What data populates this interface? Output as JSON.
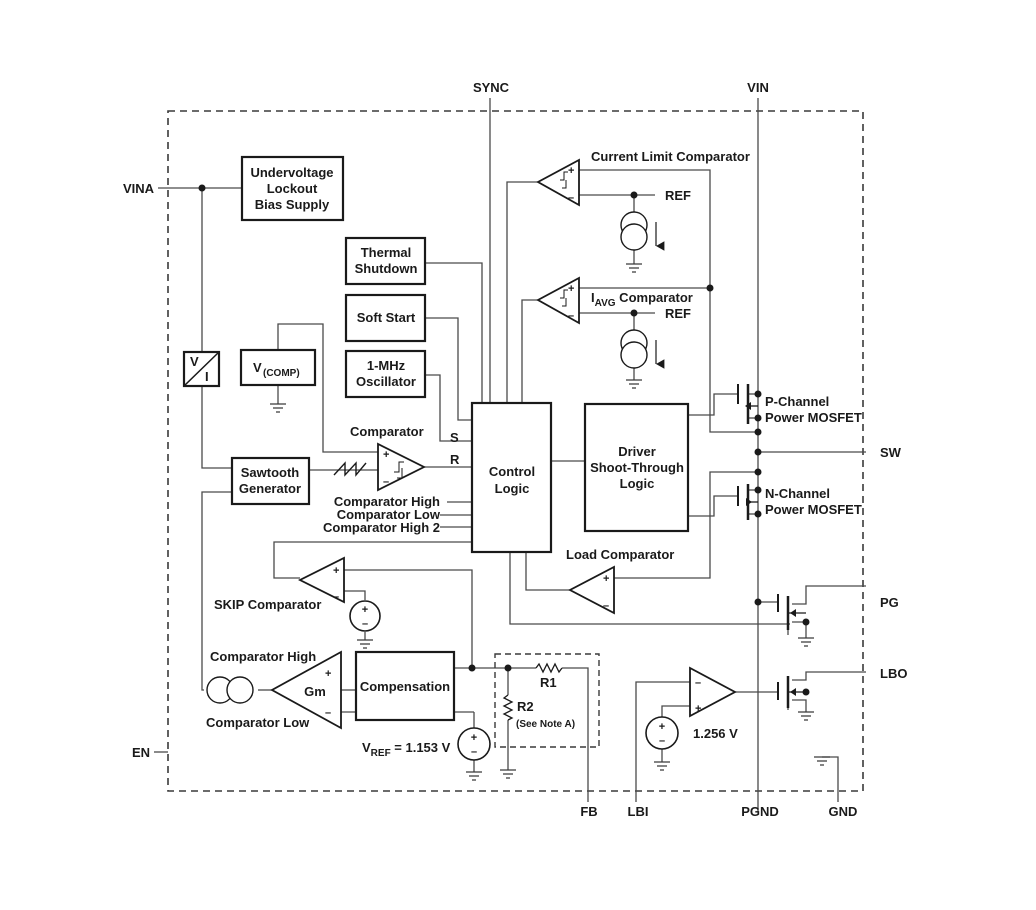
{
  "pins": {
    "sync": "SYNC",
    "vin": "VIN",
    "vina": "VINA",
    "sw": "SW",
    "pg": "PG",
    "lbo": "LBO",
    "en": "EN",
    "fb": "FB",
    "lbi": "LBI",
    "pgnd": "PGND",
    "gnd": "GND"
  },
  "blocks": {
    "uvlo": [
      "Undervoltage",
      "Lockout",
      "Bias Supply"
    ],
    "thermal": [
      "Thermal",
      "Shutdown"
    ],
    "softstart": "Soft Start",
    "oscillator": [
      "1-MHz",
      "Oscillator"
    ],
    "vcomp_main": "V",
    "vcomp_sub": "(COMP)",
    "vi_top": "V",
    "vi_bottom": "I",
    "sawtooth": [
      "Sawtooth",
      "Generator"
    ],
    "control": [
      "Control",
      "Logic"
    ],
    "driver": [
      "Driver",
      "Shoot-Through",
      "Logic"
    ],
    "compensation": "Compensation",
    "gm": "Gm"
  },
  "labels": {
    "current_limit": "Current Limit Comparator",
    "iavg_main": "I",
    "iavg_sub": "AVG",
    "iavg_rest": " Comparator",
    "ref1": "REF",
    "ref2": "REF",
    "comparator": "Comparator",
    "s": "S",
    "r": "R",
    "cmp_high": "Comparator High",
    "cmp_low": "Comparator Low",
    "cmp_high2": "Comparator High 2",
    "pch1": "P-Channel",
    "pch2": "Power MOSFET",
    "nch1": "N-Channel",
    "nch2": "Power MOSFET",
    "load_cmp": "Load Comparator",
    "skip_cmp": "SKIP Comparator",
    "gm_high": "Comparator High",
    "gm_low": "Comparator Low",
    "vref_main": "V",
    "vref_sub": "REF",
    "vref_val": " = 1.153 V",
    "r1": "R1",
    "r2": "R2",
    "note": "(See Note A)",
    "v1256": "1.256 V"
  }
}
